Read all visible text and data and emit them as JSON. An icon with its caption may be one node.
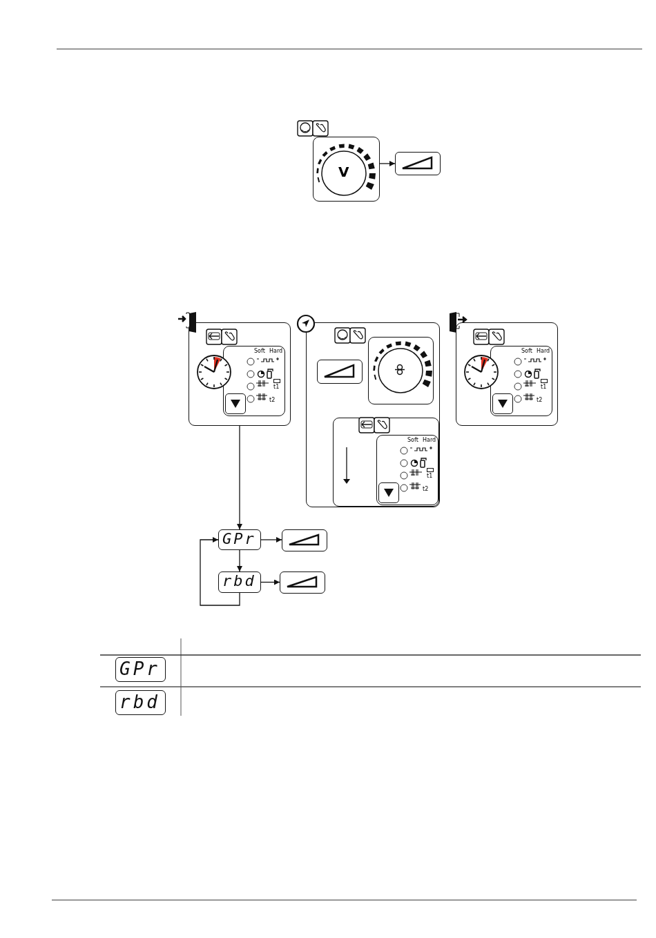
{
  "diagram": {
    "nodes": [
      {
        "text": [
          "V"
        ]
      },
      {
        "text": [],
        "shape": "box"
      },
      {
        "text": [],
        "shape": "box"
      },
      {
        "text": [
          "Soft",
          "Hard",
          "t1",
          "t2"
        ],
        "in": 2
      },
      {
        "text": [],
        "shape": "box"
      },
      {
        "text": [],
        "shape": "box",
        "in": 4
      },
      {
        "text": [],
        "shape": "box",
        "in": 4
      },
      {
        "text": [],
        "shape": "box",
        "in": 4
      },
      {
        "text": [
          "Soft",
          "Hard",
          "t1",
          "t2"
        ],
        "in": 7
      },
      {
        "text": [],
        "shape": "box"
      },
      {
        "text": [
          "Soft",
          "Hard",
          "t1",
          "t2"
        ],
        "in": 9
      },
      {
        "text": [
          "GPr"
        ]
      },
      {
        "text": [],
        "shape": "box"
      },
      {
        "text": [
          "rbd"
        ]
      },
      {
        "text": [],
        "shape": "box"
      }
    ],
    "edges": [
      {
        "from": 0,
        "to": 1,
        "arrow": "to"
      },
      {
        "from": 2,
        "to": 11,
        "arrow": "to"
      },
      {
        "from": 11,
        "to": 12,
        "arrow": "to"
      },
      {
        "from": 11,
        "to": 13,
        "arrow": "to"
      },
      {
        "from": 13,
        "to": 14,
        "arrow": "to"
      },
      {
        "from": 13,
        "to": 11,
        "arrow": "to"
      }
    ],
    "labels": [
      "GPr",
      "rbd"
    ]
  }
}
